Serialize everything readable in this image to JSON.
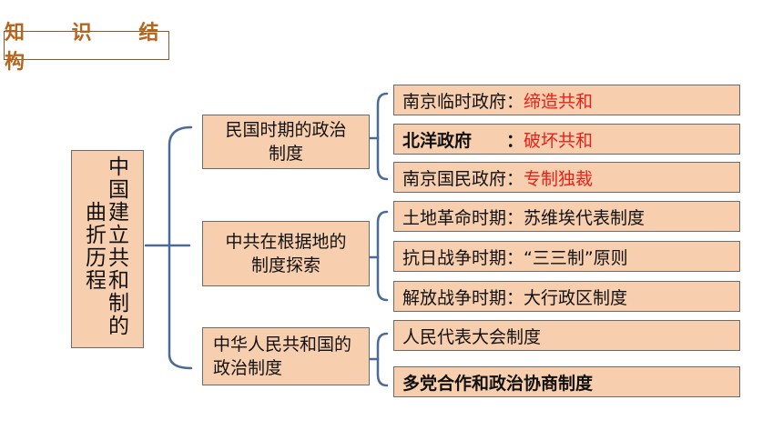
{
  "title": "知 识 结 构",
  "root": {
    "col_right": "中国建立共和制的",
    "col_left": "曲折历程"
  },
  "branches": [
    {
      "label": "民国时期的政治制度",
      "items": [
        {
          "prefix": "南京临时政府：",
          "highlight": "缔造共和"
        },
        {
          "prefix": "北洋政府　　：",
          "highlight": "破坏共和"
        },
        {
          "prefix": "南京国民政府：",
          "highlight": "专制独裁"
        }
      ]
    },
    {
      "label": "中共在根据地的制度探索",
      "items": [
        {
          "prefix": "土地革命时期：苏维埃代表制度",
          "highlight": ""
        },
        {
          "prefix": "抗日战争时期：“三三制”原则",
          "highlight": ""
        },
        {
          "prefix": "解放战争时期：大行政区制度",
          "highlight": ""
        }
      ]
    },
    {
      "label": "中华人民共和国的政治制度",
      "items": [
        {
          "prefix": "人民代表大会制度",
          "highlight": ""
        },
        {
          "prefix": "多党合作和政治协商制度",
          "highlight": ""
        }
      ]
    }
  ],
  "colors": {
    "box_fill": "#f8cfae",
    "highlight": "#e8201a",
    "connector": "#4a6a9a",
    "title": "#b5651d"
  }
}
